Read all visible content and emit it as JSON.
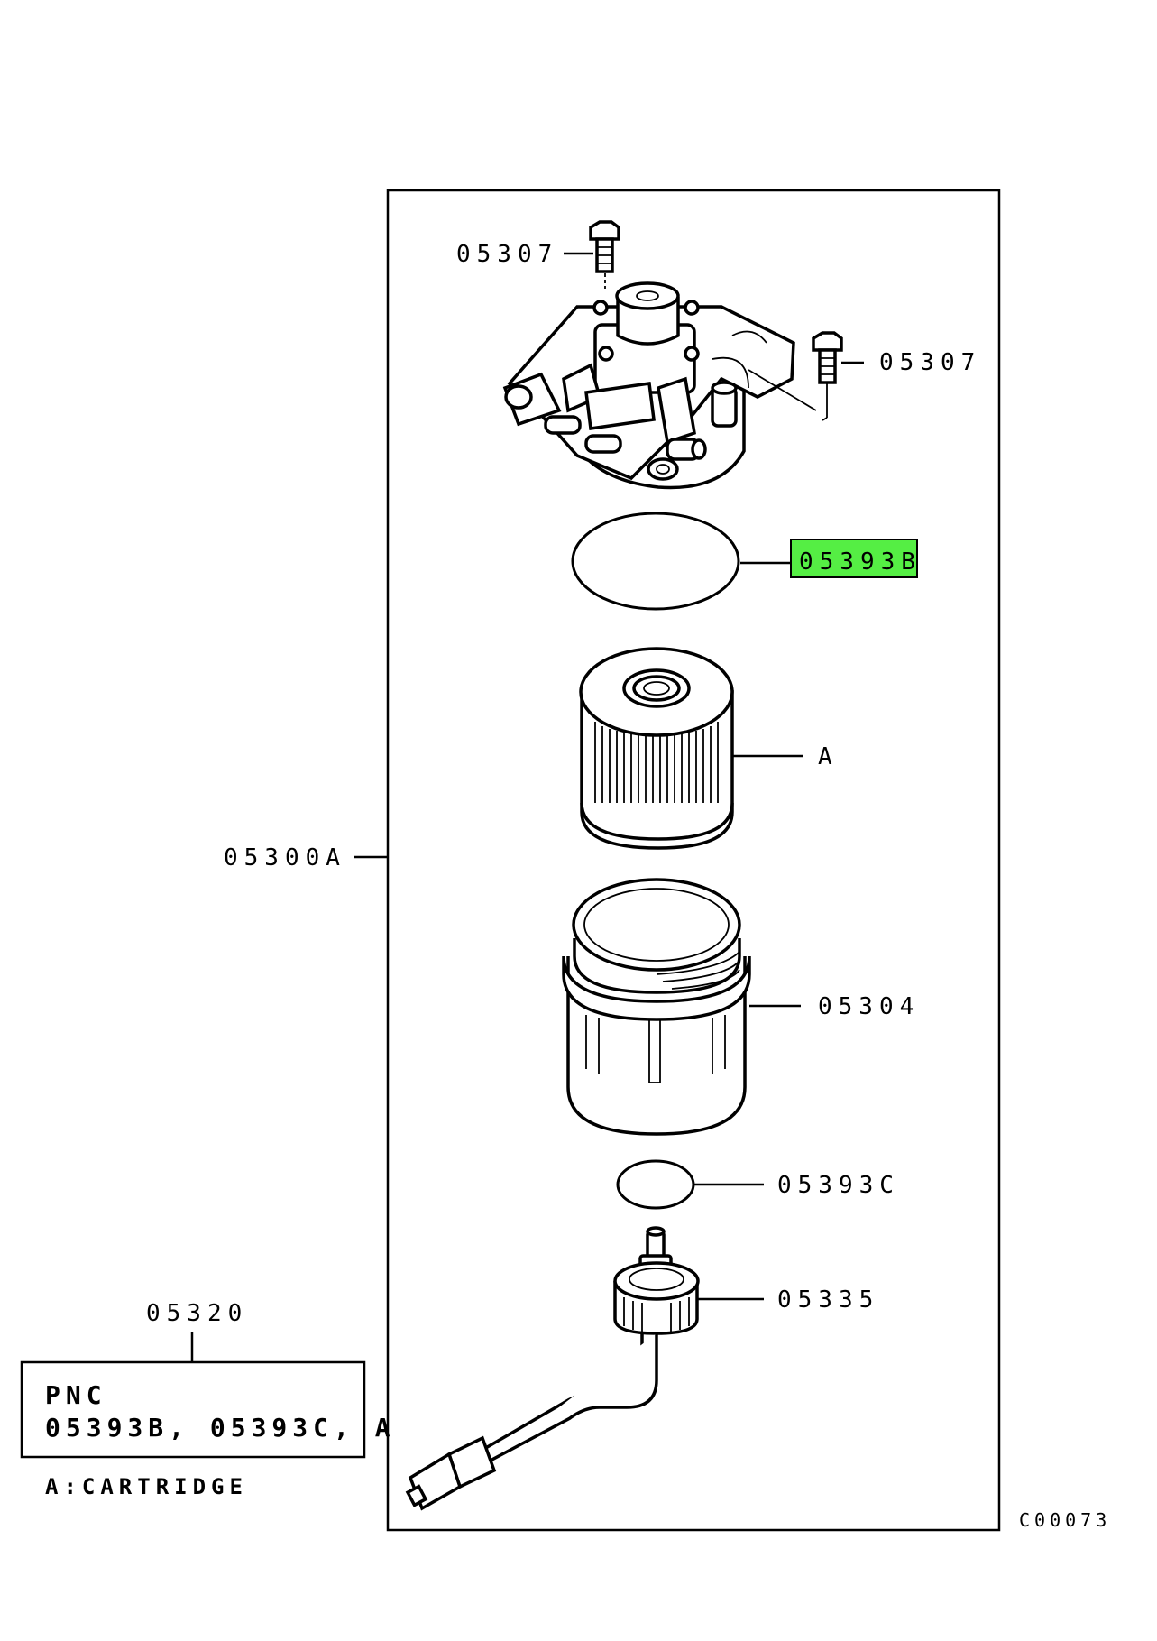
{
  "labels": {
    "bolt_top": "05307",
    "bolt_right": "05307",
    "oring_top": "05393B",
    "cartridge": "A",
    "assembly": "05300A",
    "case": "05304",
    "oring_bottom": "05393C",
    "sensor": "05335",
    "kit": "05320",
    "corner_code": "C00073"
  },
  "kit_box": {
    "line1": "PNC",
    "line2": "05393B, 05393C, A"
  },
  "note": "A:CARTRIDGE",
  "colors": {
    "highlight": "#55ee44",
    "line": "#000000",
    "background": "#ffffff"
  }
}
